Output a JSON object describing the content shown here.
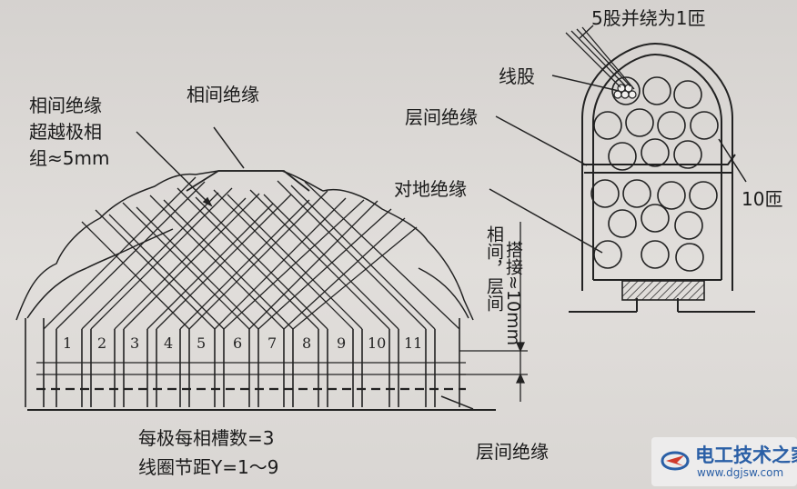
{
  "labels": {
    "phase_insulation_top": "相间绝缘",
    "phase_insulation_exceed_1": "相间绝缘",
    "phase_insulation_exceed_2": "超越极相",
    "phase_insulation_exceed_3": "组≈5mm",
    "layer_insulation_right": "层间绝缘",
    "ground_insulation": "对地绝缘",
    "strand": "线股",
    "five_strands": "5股并绕为1匝",
    "ten_turns": "10匝",
    "overlap": "相间，层间",
    "overlap_2": "搭接≈10mm",
    "slots_per_pole": "每极每相槽数=3",
    "coil_pitch": "线圈节距Y=1～9",
    "layer_insulation_bottom": "层间绝缘"
  },
  "slot_numbers": [
    "1",
    "2",
    "3",
    "4",
    "5",
    "6",
    "7",
    "8",
    "9",
    "10",
    "11"
  ],
  "watermark": {
    "title": "电工技术之家",
    "url": "www.dgjsw.com"
  },
  "colors": {
    "ink": "#1d1d1d",
    "paper": "#dcd9d6",
    "brand": "#2a5fa6"
  }
}
